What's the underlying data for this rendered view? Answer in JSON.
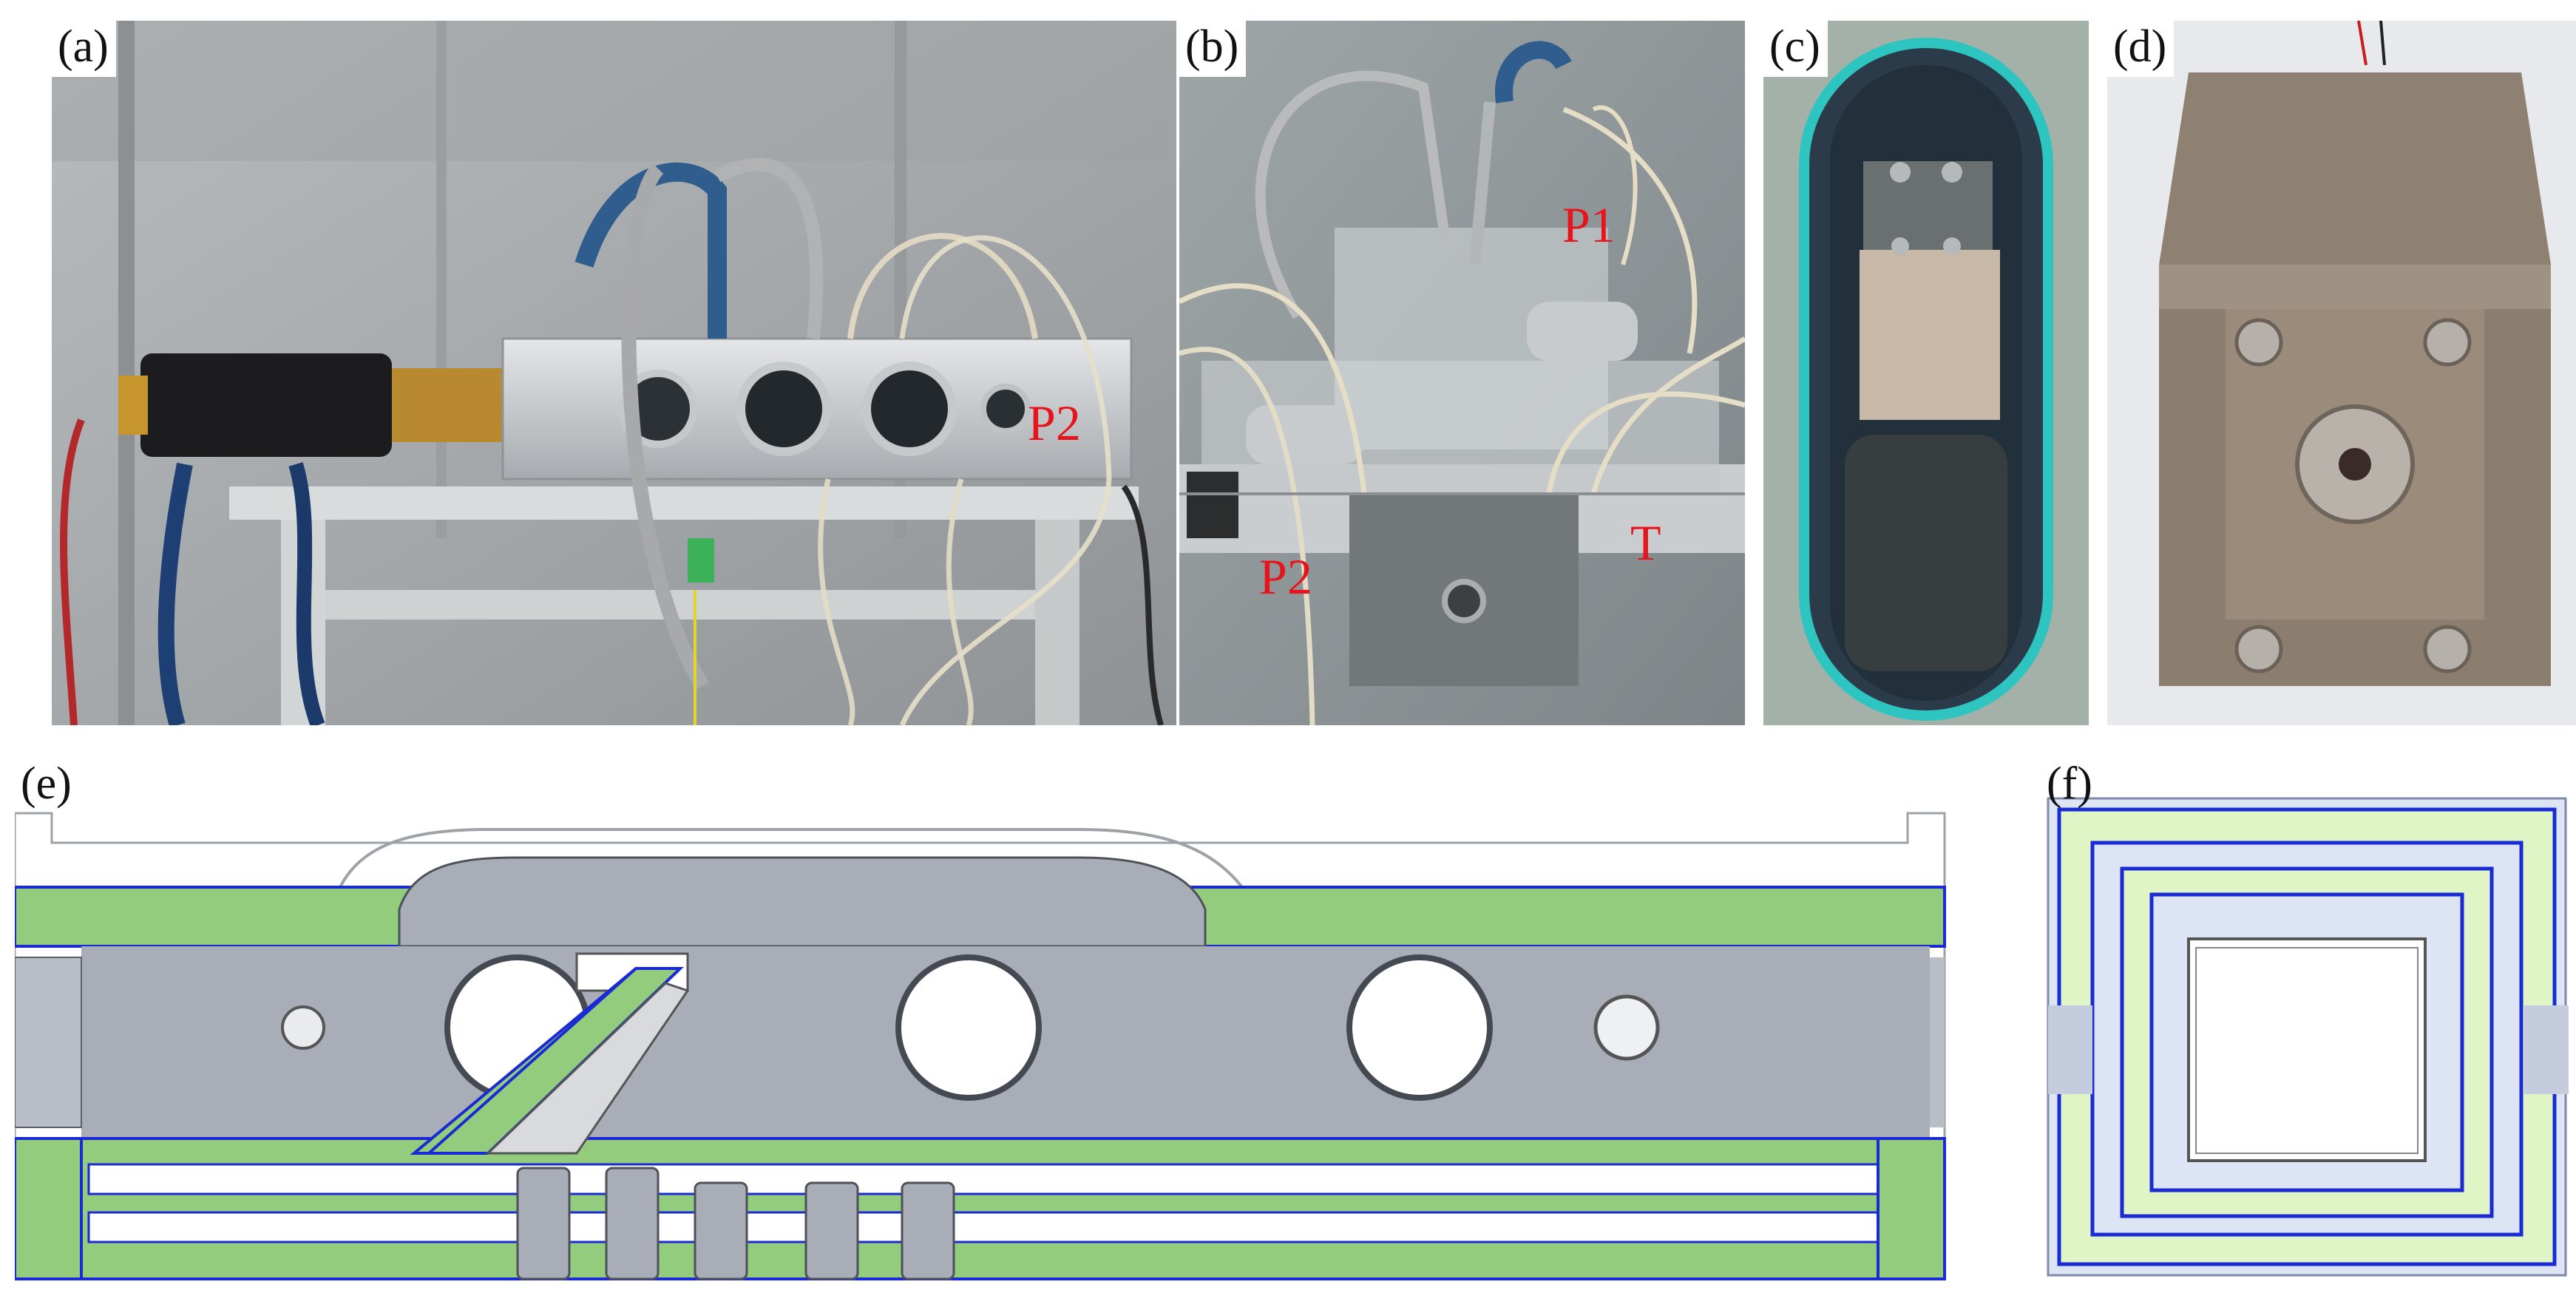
{
  "panels": {
    "a": {
      "label": "(a)",
      "annotations": [
        "P2"
      ]
    },
    "b": {
      "label": "(b)",
      "annotations": [
        "P1",
        "P2",
        "T"
      ]
    },
    "c": {
      "label": "(c)"
    },
    "d": {
      "label": "(d)"
    },
    "e": {
      "label": "(e)"
    },
    "f": {
      "label": "(f)"
    }
  },
  "colors": {
    "section_fill": "#93cc7d",
    "section_edge": "#1a2bd6",
    "steel": "#a9adb7",
    "pale_green": "#dff5c5",
    "pale_blue": "#dde4f4",
    "gasket": "#2ec4c0",
    "annotation_red": "#e8141b"
  }
}
